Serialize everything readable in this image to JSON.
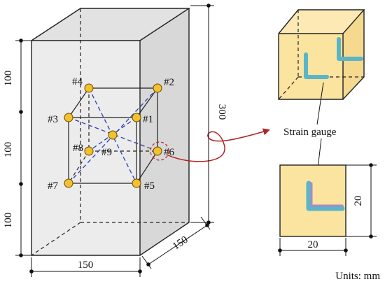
{
  "dimensions": {
    "height_left": [
      "100",
      "100",
      "100"
    ],
    "height_total": "300",
    "width_front": "150",
    "depth_side": "150",
    "gauge_height": "20",
    "gauge_width": "20"
  },
  "points": {
    "p1": "#1",
    "p2": "#2",
    "p3": "#3",
    "p4": "#4",
    "p5": "#5",
    "p6": "#6",
    "p7": "#7",
    "p8": "#8",
    "p9": "#9"
  },
  "labels": {
    "strain_gauge": "Strain gauge",
    "units": "Units: mm"
  },
  "colors": {
    "specimen_fill": "#ececec",
    "cube_fill": "#fbe3a0",
    "point_fill": "#f2c12e",
    "gauge_teal": "#5bb5c8",
    "gauge_purple": "#a98bc4",
    "curve_red": "#b22222",
    "diagonal_blue": "#2a3fb0"
  }
}
